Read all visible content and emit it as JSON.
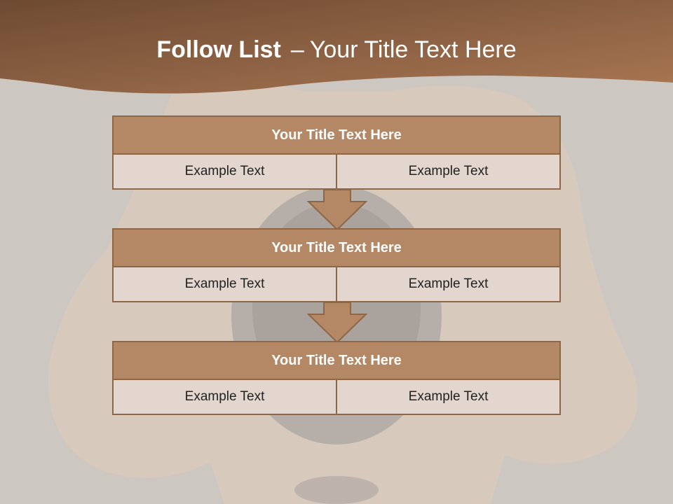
{
  "header": {
    "title_bold": "Follow List",
    "title_separator": "–",
    "title_rest": "Your Title Text Here"
  },
  "colors": {
    "header_brown": "#8a5a3a",
    "block_title_fill": "#b58865",
    "block_cell_fill": "#e2d6cf",
    "outline": "#8d6746",
    "background": "#cfc9c3"
  },
  "blocks": [
    {
      "title": "Your Title Text Here",
      "left_text": "Example Text",
      "right_text": "Example Text"
    },
    {
      "title": "Your Title Text Here",
      "left_text": "Example Text",
      "right_text": "Example Text"
    },
    {
      "title": "Your Title Text Here",
      "left_text": "Example Text",
      "right_text": "Example Text"
    }
  ],
  "icons": [
    "down-arrow-icon",
    "down-arrow-icon"
  ]
}
